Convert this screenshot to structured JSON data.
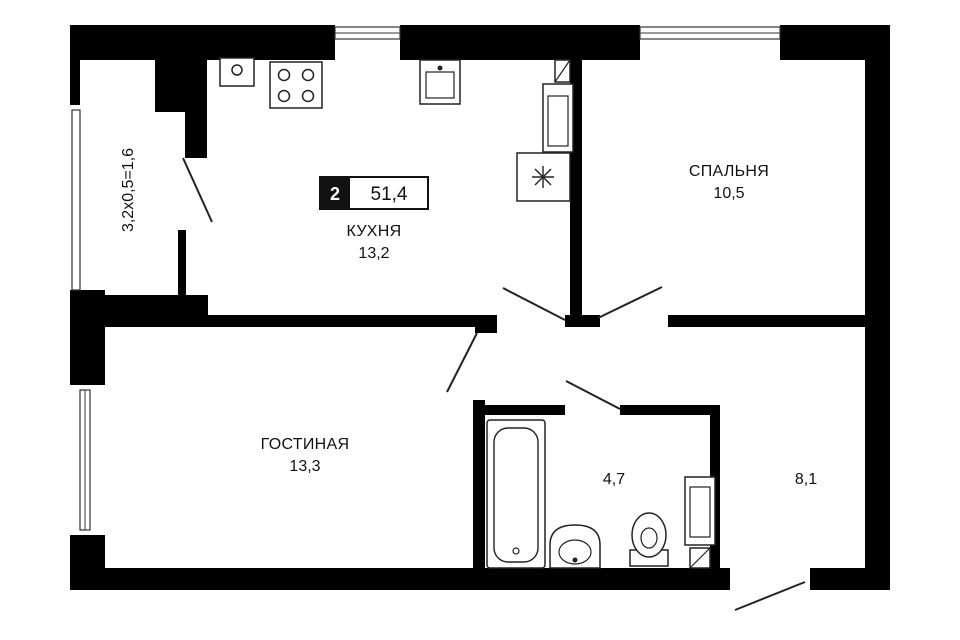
{
  "plan": {
    "rooms_count": "2",
    "total_area": "51,4",
    "balcony": {
      "label": "3,2x0,5=1,6"
    },
    "kitchen": {
      "name": "КУХНЯ",
      "area": "13,2"
    },
    "bedroom": {
      "name": "СПАЛЬНЯ",
      "area": "10,5"
    },
    "living": {
      "name": "ГОСТИНАЯ",
      "area": "13,3"
    },
    "bathroom": {
      "area": "4,7"
    },
    "hall": {
      "area": "8,1"
    }
  },
  "colors": {
    "wall": "#000000",
    "background": "#ffffff"
  }
}
